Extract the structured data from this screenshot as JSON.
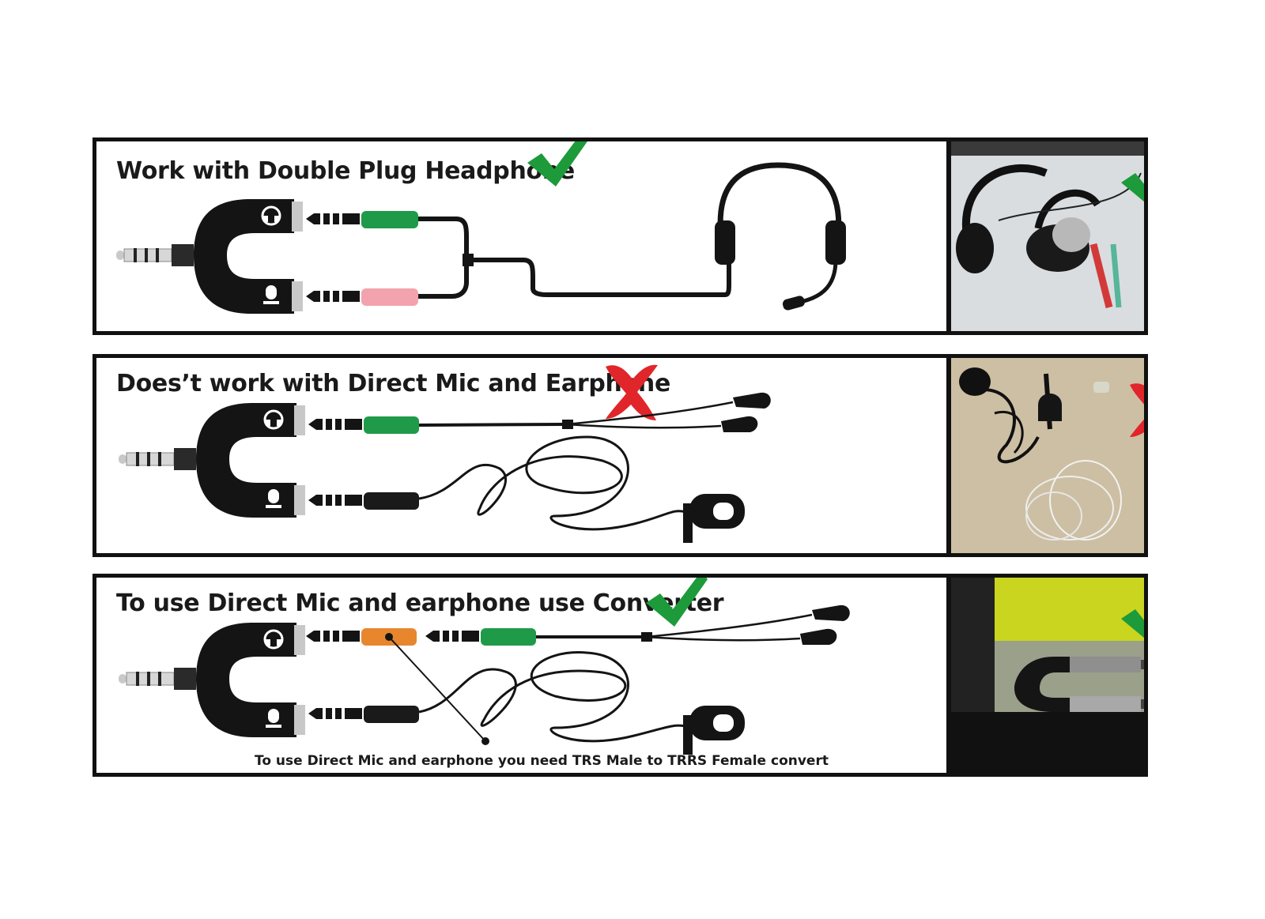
{
  "panels": [
    {
      "title": "Work with Double Plug Headphone",
      "status": "check"
    },
    {
      "title": "Does’t work with Direct Mic and Earphone",
      "status": "cross"
    },
    {
      "title": "To use Direct Mic and earphone use Converter",
      "status": "check",
      "caption": "To use Direct Mic and earphone you need TRS Male to TRRS Female convert"
    }
  ],
  "colors": {
    "check": "#1d9a3a",
    "cross": "#e0262a",
    "green_plug": "#1f9a48",
    "pink_plug": "#f2a3ad",
    "orange_plug": "#e8862e",
    "black_plug": "#1a1a1a"
  }
}
